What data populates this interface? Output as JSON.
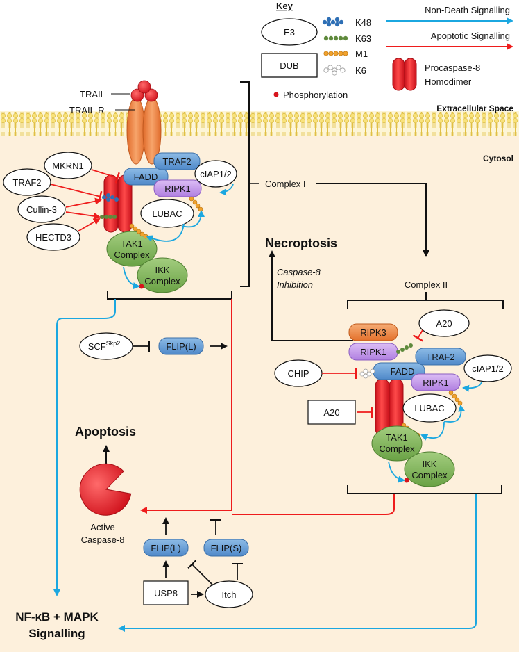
{
  "key": {
    "title": "Key",
    "e3": "E3",
    "dub": "DUB",
    "k48": "K48",
    "k63": "K63",
    "m1": "M1",
    "k6": "K6",
    "phosphorylation": "Phosphorylation",
    "non_death": "Non-Death Signalling",
    "apoptotic": "Apoptotic Signalling",
    "procaspase_line1": "Procaspase-8",
    "procaspase_line2": "Homodimer"
  },
  "regions": {
    "extracellular": "Extracellular Space",
    "cytosol": "Cytosol"
  },
  "complex_i": {
    "label": "Complex I",
    "trail": "TRAIL",
    "trail_r": "TRAIL-R",
    "fadd": "FADD",
    "traf2": "TRAF2",
    "ciap": "cIAP1/2",
    "ripk1": "RIPK1",
    "lubac": "LUBAC",
    "tak1_line1": "TAK1",
    "tak1_line2": "Complex",
    "ikk_line1": "IKK",
    "ikk_line2": "Complex",
    "mkrn1": "MKRN1",
    "traf2_e3": "TRAF2",
    "cullin3": "Cullin-3",
    "hectd3": "HECTD3"
  },
  "complex_ii": {
    "label": "Complex II",
    "ripk3": "RIPK3",
    "ripk1a": "RIPK1",
    "fadd": "FADD",
    "traf2": "TRAF2",
    "ciap": "cIAP1/2",
    "ripk1b": "RIPK1",
    "lubac": "LUBAC",
    "tak1_line1": "TAK1",
    "tak1_line2": "Complex",
    "ikk_line1": "IKK",
    "ikk_line2": "Complex",
    "a20_top": "A20",
    "chip": "CHIP",
    "a20_dub": "A20"
  },
  "outcomes": {
    "necroptosis": "Necroptosis",
    "casp_inhib_line1": "Caspase-8",
    "casp_inhib_line2": "Inhibition",
    "apoptosis": "Apoptosis",
    "active_line1": "Active",
    "active_line2": "Caspase-8",
    "nfkb_line1": "NF-κB + MAPK",
    "nfkb_line2": "Signalling"
  },
  "regulators": {
    "scf": "SCF",
    "scf_sup": "Skp2",
    "flip_l_top": "FLIP(L)",
    "flip_l": "FLIP(L)",
    "flip_s": "FLIP(S)",
    "usp8": "USP8",
    "itch": "Itch"
  },
  "colors": {
    "cytosol": "#fdf0dc",
    "membrane": "#f7e27a",
    "non_death": "#1ba7e0",
    "apoptotic": "#ee1c1c",
    "k48": "#2e6fb5",
    "k63": "#5f8a3c",
    "m1": "#f0a22e",
    "blue_protein": "#6aa3d8",
    "purple_protein": "#c59ae8",
    "green_protein": "#84b75f",
    "orange_protein": "#ee8c4a",
    "trail": "#ee8040",
    "caspase": "#ec1c24"
  }
}
